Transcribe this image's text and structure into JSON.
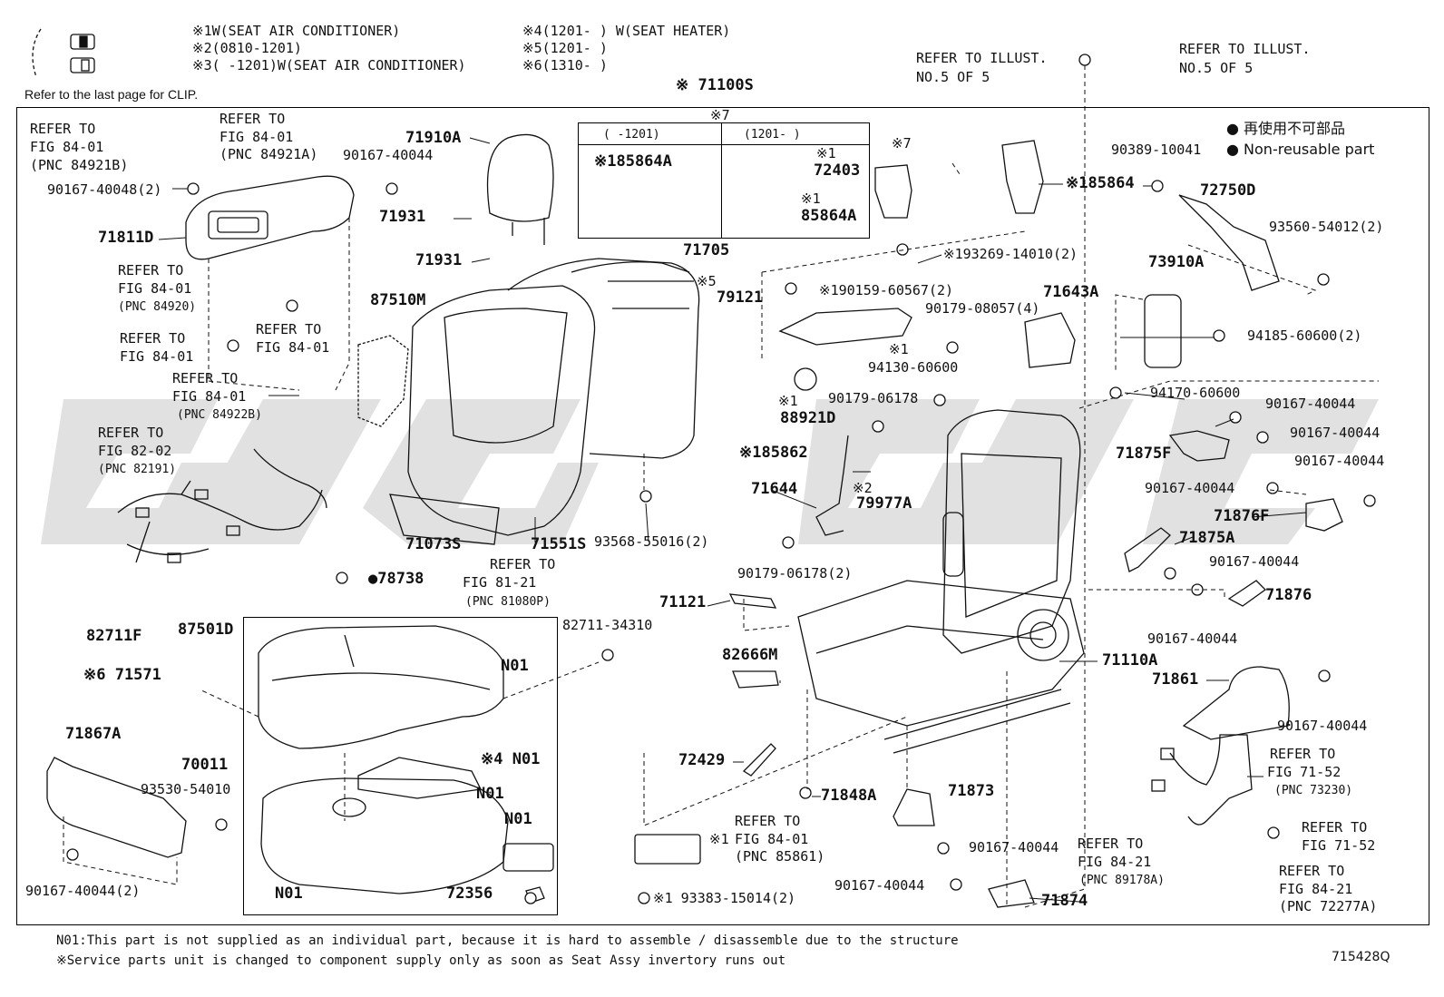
{
  "header": {
    "legend_notes": [
      {
        "mark": "※1",
        "text": "W(SEAT AIR CONDITIONER)"
      },
      {
        "mark": "※2",
        "text": "(0810-1201)"
      },
      {
        "mark": "※3",
        "text": "(     -1201)W(SEAT AIR CONDITIONER)"
      },
      {
        "mark": "※4",
        "text": "(1201-     ) W(SEAT HEATER)"
      },
      {
        "mark": "※5",
        "text": "(1201-     )"
      },
      {
        "mark": "※6",
        "text": "(1310-     )"
      }
    ],
    "clip_note": "Refer to the last page for CLIP.",
    "assembly_code": "※ 71100S",
    "refer_top_1": "REFER TO ILLUST.",
    "refer_top_1b": "NO.5 OF 5",
    "refer_top_2": "REFER TO ILLUST.",
    "refer_top_2b": "NO.5 OF 5"
  },
  "legend": {
    "jp": "● 再使用不可部品",
    "en": "● Non-reusable part"
  },
  "note_box": {
    "mark": "※7",
    "col1_head": "(     -1201)",
    "col2_head": "(1201-     )",
    "col1_part": "※185864A",
    "col2_part_a_mark": "※1",
    "col2_part_a": "72403",
    "col2_part_b_mark": "※1",
    "col2_part_b": "85864A"
  },
  "labels": [
    {
      "id": "l1",
      "text": "REFER TO"
    },
    {
      "id": "l2",
      "text": "FIG 84-01"
    },
    {
      "id": "l3",
      "text": "(PNC 84921B)"
    },
    {
      "id": "l4",
      "text": "REFER TO"
    },
    {
      "id": "l5",
      "text": "FIG 84-01"
    },
    {
      "id": "l6",
      "text": "(PNC 84921A)"
    },
    {
      "id": "l7",
      "text": "90167-40048(2)"
    },
    {
      "id": "l8",
      "text": "90167-40044"
    },
    {
      "id": "l9",
      "text": "71910A"
    },
    {
      "id": "l10",
      "text": "71811D"
    },
    {
      "id": "l11",
      "text": "71931"
    },
    {
      "id": "l12",
      "text": "71931"
    },
    {
      "id": "l13",
      "text": "REFER TO"
    },
    {
      "id": "l14",
      "text": "FIG 84-01"
    },
    {
      "id": "l15",
      "text": "(PNC 84920)"
    },
    {
      "id": "l16",
      "text": "87510M"
    },
    {
      "id": "l17",
      "text": "REFER TO"
    },
    {
      "id": "l18",
      "text": "FIG 84-01"
    },
    {
      "id": "l19",
      "text": "REFER TO"
    },
    {
      "id": "l20",
      "text": "FIG 84-01"
    },
    {
      "id": "l21",
      "text": "REFER TO"
    },
    {
      "id": "l22",
      "text": "FIG 84-01"
    },
    {
      "id": "l23",
      "text": "(PNC 84922B)"
    },
    {
      "id": "l24",
      "text": "REFER TO"
    },
    {
      "id": "l25",
      "text": "FIG 82-02"
    },
    {
      "id": "l26",
      "text": "(PNC 82191)"
    },
    {
      "id": "l27",
      "text": "71705"
    },
    {
      "id": "l28",
      "text": "※5"
    },
    {
      "id": "l29",
      "text": "79121"
    },
    {
      "id": "l30",
      "text": "71073S"
    },
    {
      "id": "l31",
      "text": "71551S"
    },
    {
      "id": "l32",
      "text": "93568-55016(2)"
    },
    {
      "id": "l33",
      "text": "REFER TO"
    },
    {
      "id": "l34",
      "text": "FIG 81-21"
    },
    {
      "id": "l35",
      "text": "(PNC 81080P)"
    },
    {
      "id": "l36",
      "text": "●78738"
    },
    {
      "id": "l37",
      "text": "82711F"
    },
    {
      "id": "l38",
      "text": "87501D"
    },
    {
      "id": "l39",
      "text": "82711-34310"
    },
    {
      "id": "l40",
      "text": "※6 71571"
    },
    {
      "id": "l41",
      "text": "N01"
    },
    {
      "id": "l42",
      "text": "71867A"
    },
    {
      "id": "l43",
      "text": "70011"
    },
    {
      "id": "l44",
      "text": "※4 N01"
    },
    {
      "id": "l45",
      "text": "N01"
    },
    {
      "id": "l46",
      "text": "93530-54010"
    },
    {
      "id": "l47",
      "text": "N01"
    },
    {
      "id": "l48",
      "text": "N01"
    },
    {
      "id": "l49",
      "text": "72356"
    },
    {
      "id": "l50",
      "text": "90167-40044(2)"
    },
    {
      "id": "l51",
      "text": "※7"
    },
    {
      "id": "l52",
      "text": "※185864"
    },
    {
      "id": "l53",
      "text": "※193269-14010(2)"
    },
    {
      "id": "l54",
      "text": "※190159-60567(2)"
    },
    {
      "id": "l55",
      "text": "71643A"
    },
    {
      "id": "l56",
      "text": "90179-08057(4)"
    },
    {
      "id": "l57",
      "text": "※1"
    },
    {
      "id": "l58",
      "text": "94130-60600"
    },
    {
      "id": "l59",
      "text": "90179-06178"
    },
    {
      "id": "l60",
      "text": "※1"
    },
    {
      "id": "l61",
      "text": "88921D"
    },
    {
      "id": "l62",
      "text": "※185862"
    },
    {
      "id": "l63",
      "text": "71644"
    },
    {
      "id": "l64",
      "text": "※2"
    },
    {
      "id": "l65",
      "text": "79977A"
    },
    {
      "id": "l66",
      "text": "90179-06178(2)"
    },
    {
      "id": "l67",
      "text": "71121"
    },
    {
      "id": "l68",
      "text": "82666M"
    },
    {
      "id": "l69",
      "text": "72429"
    },
    {
      "id": "l70",
      "text": "71848A"
    },
    {
      "id": "l71",
      "text": "REFER TO"
    },
    {
      "id": "l72",
      "text": "※1"
    },
    {
      "id": "l73",
      "text": "FIG 84-01"
    },
    {
      "id": "l74",
      "text": "(PNC 85861)"
    },
    {
      "id": "l75",
      "text": "※1 93383-15014(2)"
    },
    {
      "id": "l76",
      "text": "71873"
    },
    {
      "id": "l77",
      "text": "90167-40044"
    },
    {
      "id": "l78",
      "text": "90167-40044"
    },
    {
      "id": "l79",
      "text": "71874"
    },
    {
      "id": "l80",
      "text": "90389-10041"
    },
    {
      "id": "l81",
      "text": "72750D"
    },
    {
      "id": "l82",
      "text": "93560-54012(2)"
    },
    {
      "id": "l83",
      "text": "73910A"
    },
    {
      "id": "l84",
      "text": "94185-60600(2)"
    },
    {
      "id": "l85",
      "text": "94170-60600"
    },
    {
      "id": "l86",
      "text": "90167-40044"
    },
    {
      "id": "l87",
      "text": "90167-40044"
    },
    {
      "id": "l88",
      "text": "71875F"
    },
    {
      "id": "l89",
      "text": "90167-40044"
    },
    {
      "id": "l90",
      "text": "90167-40044"
    },
    {
      "id": "l91",
      "text": "71876F"
    },
    {
      "id": "l92",
      "text": "71875A"
    },
    {
      "id": "l93",
      "text": "90167-40044"
    },
    {
      "id": "l94",
      "text": "71876"
    },
    {
      "id": "l95",
      "text": "90167-40044"
    },
    {
      "id": "l96",
      "text": "71110A"
    },
    {
      "id": "l97",
      "text": "71861"
    },
    {
      "id": "l98",
      "text": "90167-40044"
    },
    {
      "id": "l99",
      "text": "REFER TO"
    },
    {
      "id": "l100",
      "text": "FIG 71-52"
    },
    {
      "id": "l101",
      "text": "(PNC 73230)"
    },
    {
      "id": "l102",
      "text": "REFER TO"
    },
    {
      "id": "l103",
      "text": "FIG 71-52"
    },
    {
      "id": "l104",
      "text": "REFER TO"
    },
    {
      "id": "l105",
      "text": "FIG 84-21"
    },
    {
      "id": "l106",
      "text": "(PNC 89178A)"
    },
    {
      "id": "l107",
      "text": "REFER TO"
    },
    {
      "id": "l108",
      "text": "FIG 84-21"
    },
    {
      "id": "l109",
      "text": "(PNC 72277A)"
    }
  ],
  "footer": {
    "note1": "N01:This part is not supplied as an individual part, because it is hard to assemble / disassemble due to the structure",
    "note2": "※Service parts unit is changed to component supply only as soon as Seat Assy invertory runs out",
    "code": "715428Q"
  }
}
